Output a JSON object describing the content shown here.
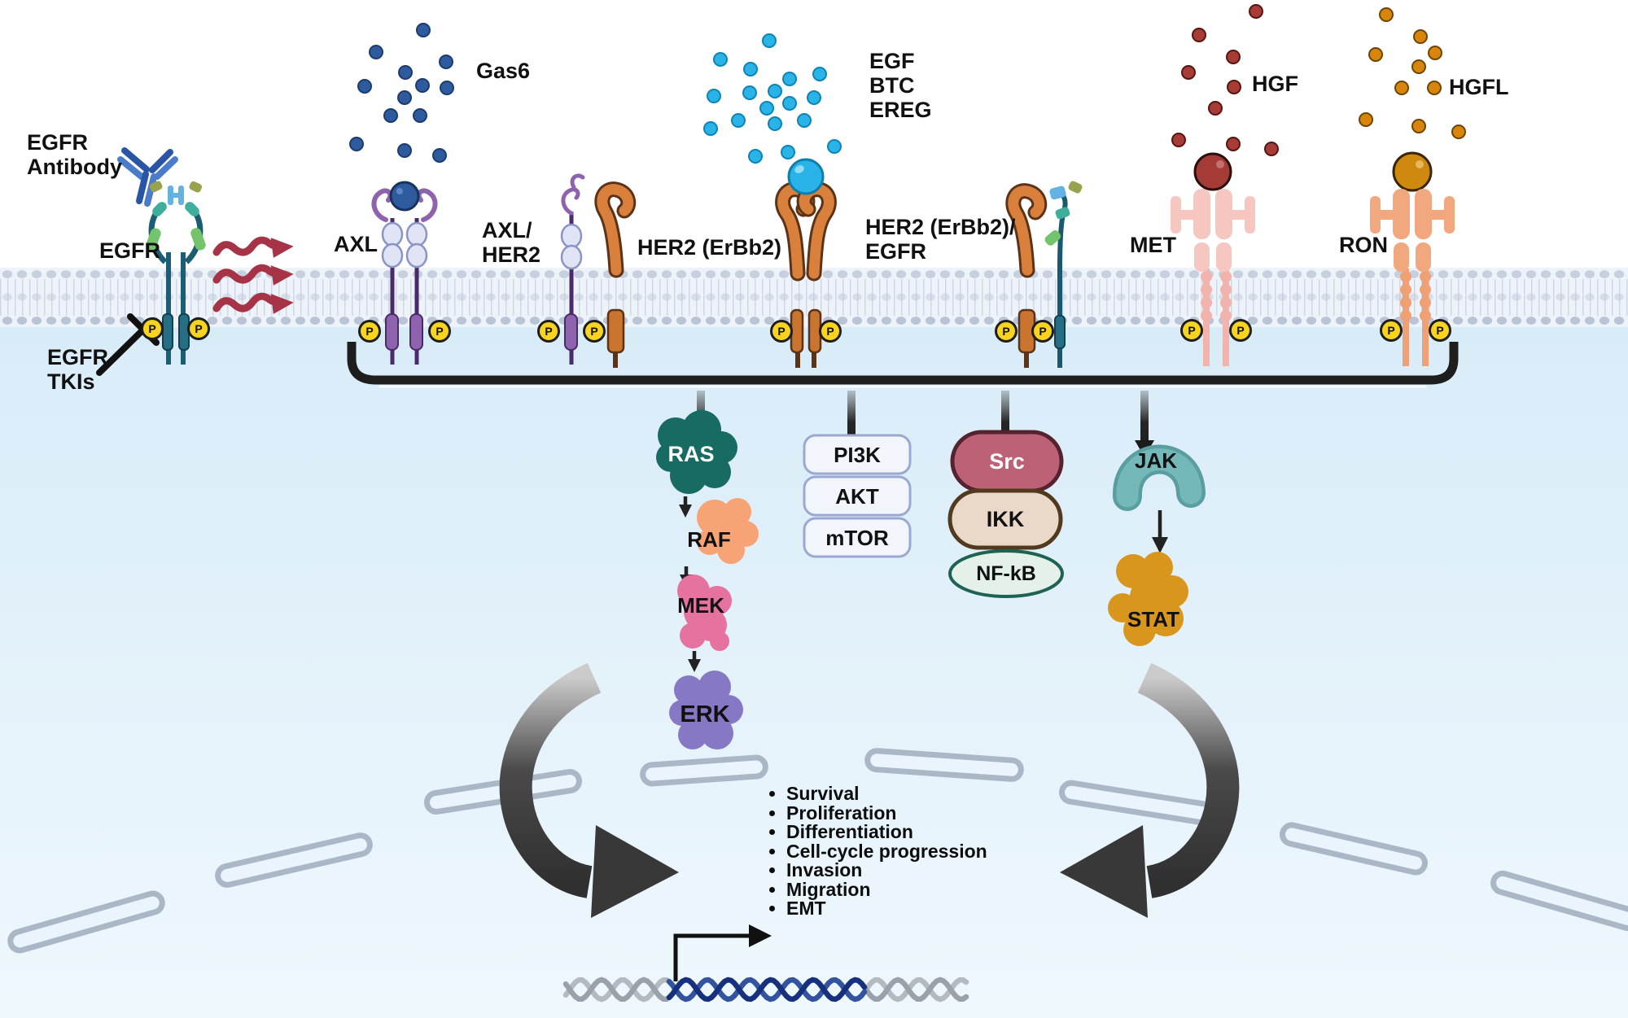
{
  "phospho": {
    "label": "P"
  },
  "labels": {
    "egfr_antibody_1": "EGFR",
    "egfr_antibody_2": "Antibody",
    "egfr": "EGFR",
    "egfr_tki_1": "EGFR",
    "egfr_tki_2": "TKIs",
    "gas6": "Gas6",
    "axl": "AXL",
    "axl_her2_1": "AXL/",
    "axl_her2_2": "HER2",
    "her2": "HER2 (ErBb2)",
    "egf_1": "EGF",
    "egf_2": "BTC",
    "egf_3": "EREG",
    "her2_egfr_1": "HER2 (ErBb2)/",
    "her2_egfr_2": "EGFR",
    "met": "MET",
    "hgf": "HGF",
    "ron": "RON",
    "hgfl": "HGFL"
  },
  "cascade": {
    "ras": "RAS",
    "raf": "RAF",
    "mek": "MEK",
    "erk": "ERK",
    "pi3k": "PI3K",
    "akt": "AKT",
    "mtor": "mTOR",
    "src": "Src",
    "ikk": "IKK",
    "nfkb": "NF-kB",
    "jak": "JAK",
    "stat": "STAT"
  },
  "outcomes": [
    "Survival",
    "Proliferation",
    "Differentiation",
    "Cell-cycle progression",
    "Invasion",
    "Migration",
    "EMT"
  ],
  "colors": {
    "gas6_ligand": "#2e5b9e",
    "egf_ligand": "#29b3e6",
    "hgf_ligand": "#a73b36",
    "hgfl_ligand": "#d8860b",
    "phospho_badge": "#f8d41f",
    "inhibition_waves": "#a63446",
    "axl_receptor": "#8f62ae",
    "her2_receptor": "#d9803c",
    "egfr_receptor": "#1b5e74",
    "met_receptor": "#f6c6c1",
    "ron_receptor": "#f2a87e"
  }
}
